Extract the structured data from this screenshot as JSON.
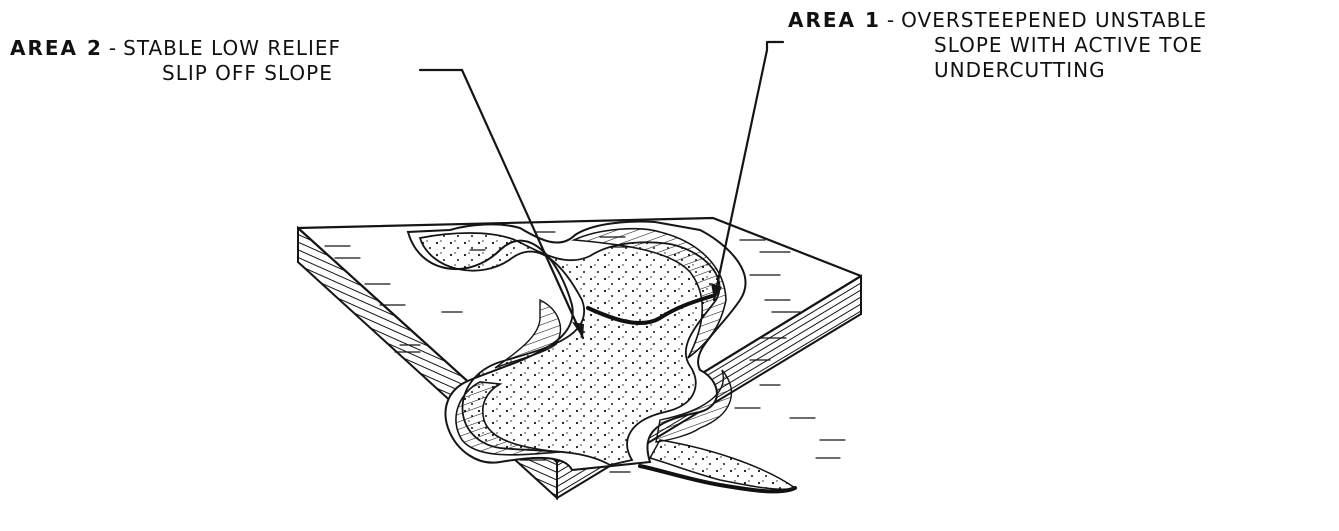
{
  "labels": {
    "area2": {
      "head": "AREA 2",
      "dash": "-",
      "line1": "STABLE LOW RELIEF",
      "line2": "SLIP OFF SLOPE"
    },
    "area1": {
      "head": "AREA 1",
      "dash": "-",
      "line1": "OVERSTEEPENED UNSTABLE",
      "line2": "SLOPE WITH ACTIVE TOE",
      "line3": "UNDERCUTTING"
    }
  },
  "colors": {
    "ink": "#151515",
    "paper": "#ffffff"
  }
}
